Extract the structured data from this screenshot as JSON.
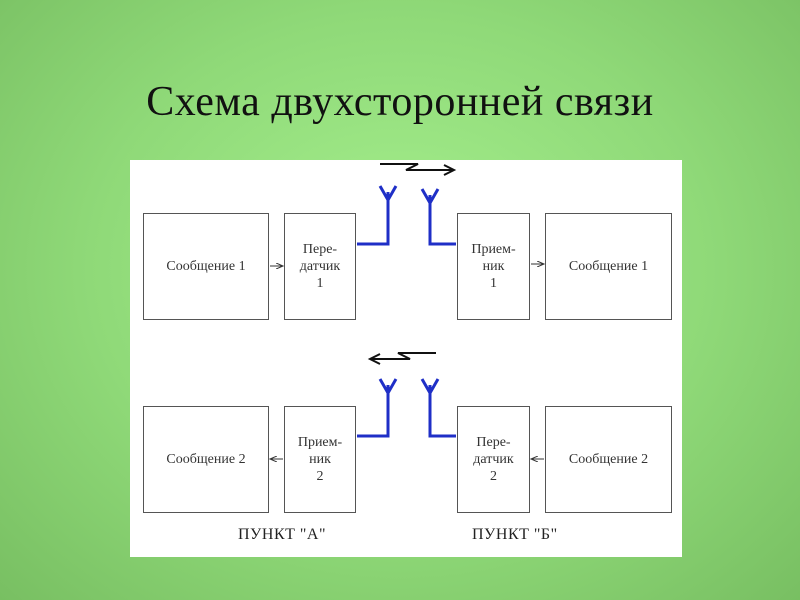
{
  "title": "Схема двухсторонней связи",
  "diagram": {
    "row1": {
      "left_message": "Сообщение 1",
      "left_device": "Пере-\nдатчик\n1",
      "right_device": "Прием-\nник\n1",
      "right_message": "Сообщение 1"
    },
    "row2": {
      "left_message": "Сообщение 2",
      "left_device": "Прием-\nник\n2",
      "right_device": "Пере-\nдатчик\n2",
      "right_message": "Сообщение 2"
    },
    "point_a": "ПУНКТ \"А\"",
    "point_b": "ПУНКТ \"Б\""
  },
  "colors": {
    "antenna": "#1f2fc7"
  }
}
